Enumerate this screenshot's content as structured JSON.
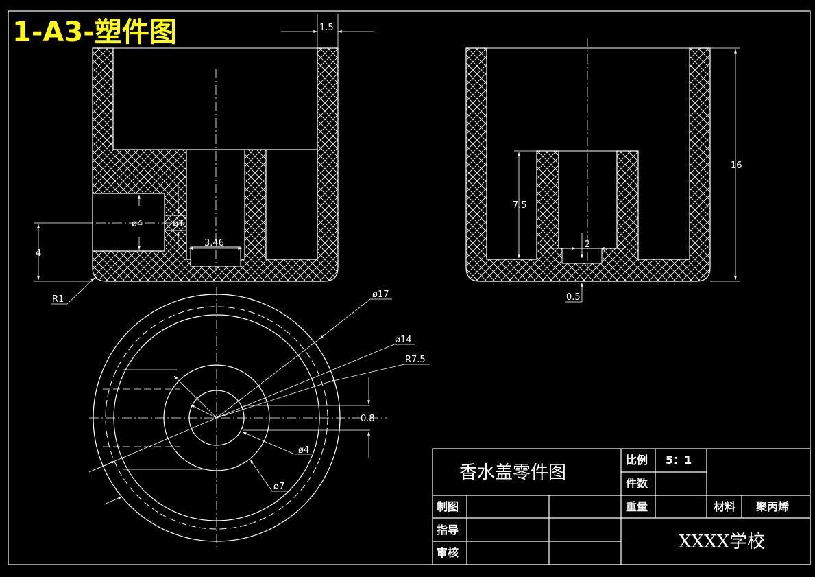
{
  "sheet_label": "1-A3-塑件图",
  "dimensions": {
    "wall": "1.5",
    "d4": "ø4",
    "d1": "ø1",
    "w346": "3.46",
    "h4": "4",
    "r1": "R1",
    "h75": "7.5",
    "h16": "16",
    "w2": "2",
    "t05": "0.5",
    "d17": "ø17",
    "d14": "ø14",
    "r75": "R7.5",
    "w08": "0.8",
    "d4b": "ø4",
    "d7": "ø7"
  },
  "title_block": {
    "part_name": "香水盖零件图",
    "scale_label": "比例",
    "scale_value": "5：1",
    "count_label": "件数",
    "drawn_label": "制图",
    "guide_label": "指导",
    "review_label": "审核",
    "weight_label": "重量",
    "material_label": "材料",
    "material_value": "聚丙烯",
    "school": "XXXX学校"
  },
  "colors": {
    "background": "#000000",
    "lines": "#ffffff",
    "label": "#ffff00"
  }
}
